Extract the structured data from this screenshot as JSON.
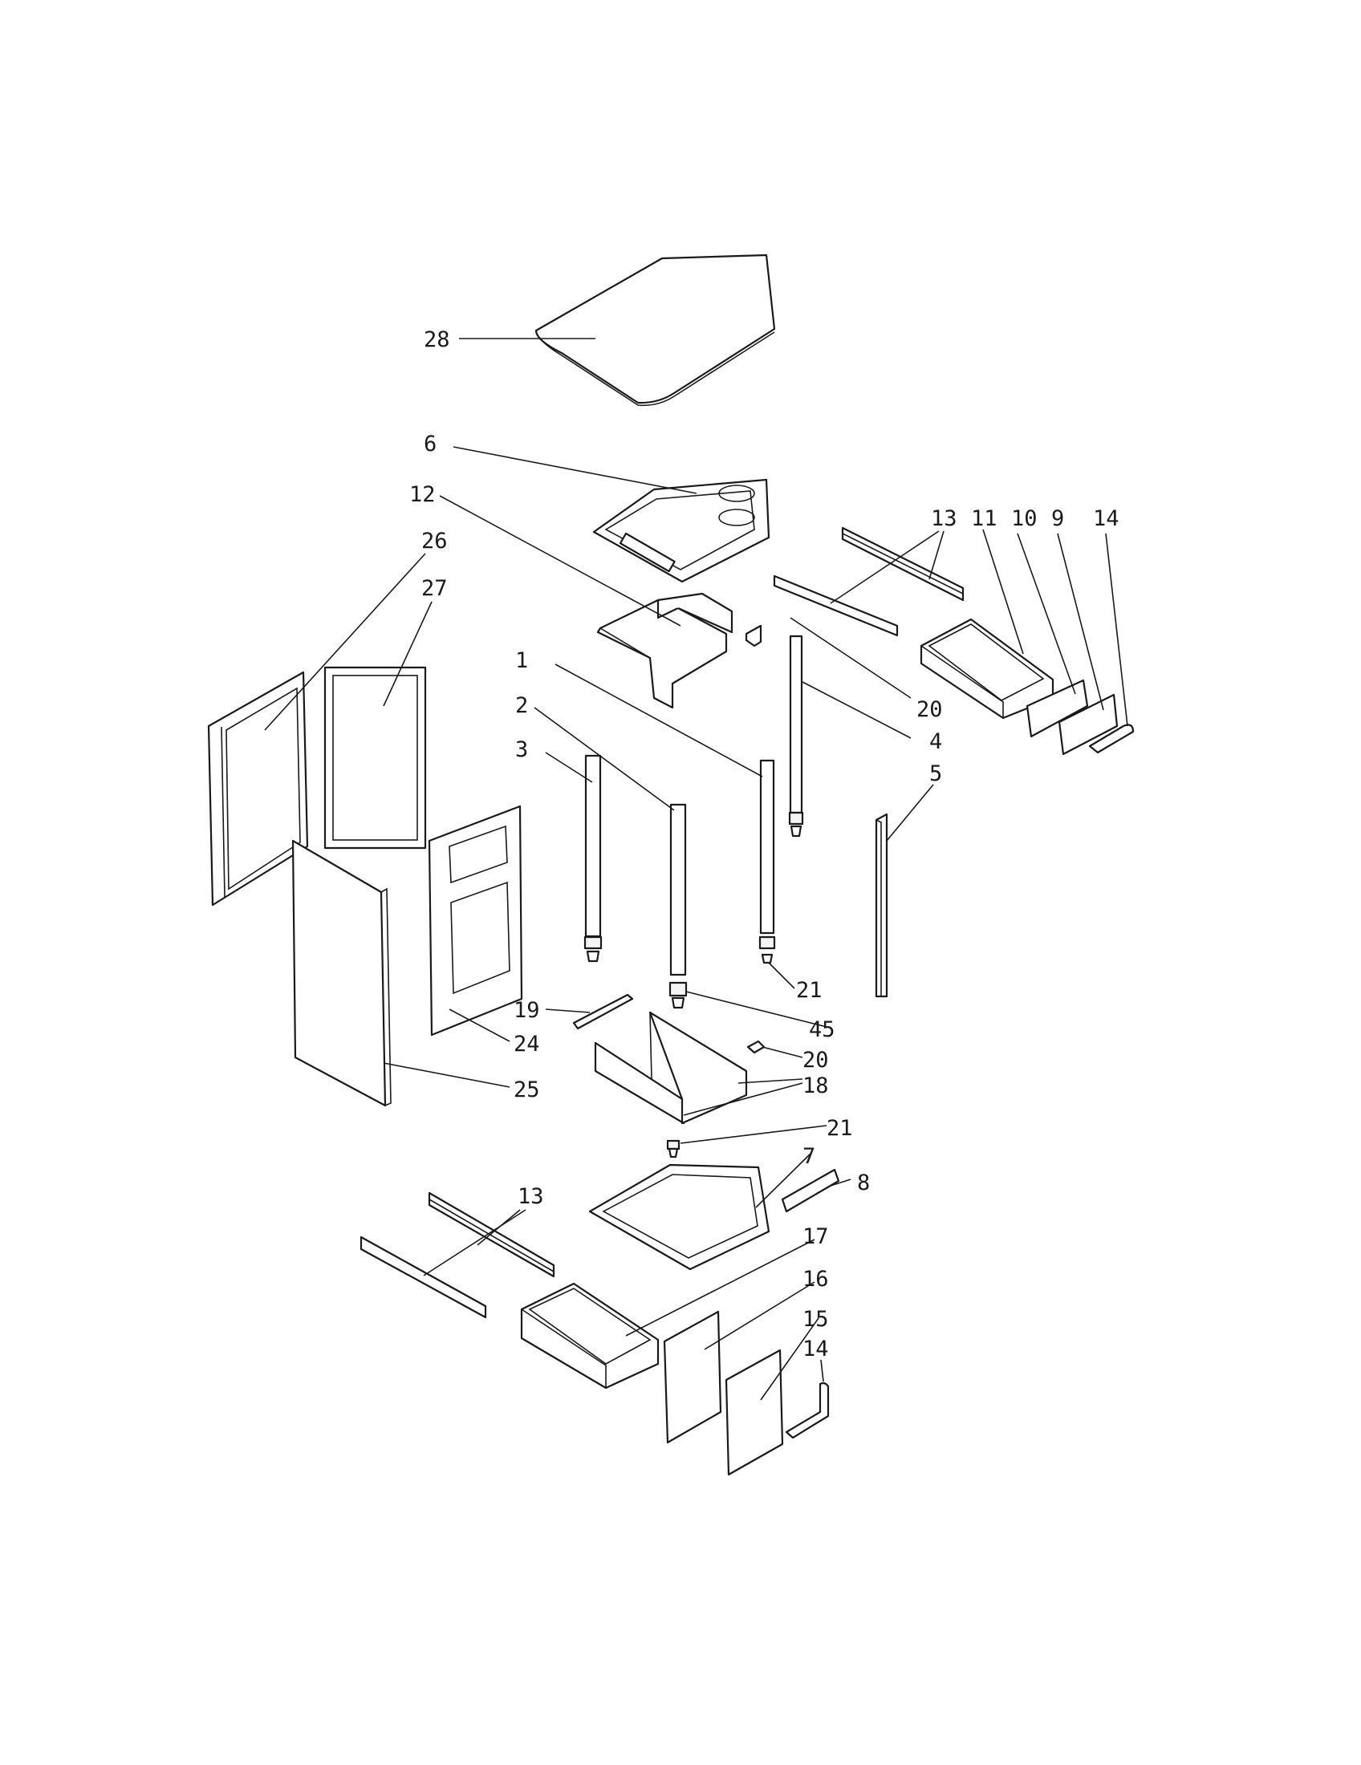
{
  "callouts": {
    "c1": "1",
    "c2": "2",
    "c3": "3",
    "c4": "4",
    "c5": "5",
    "c6": "6",
    "c7": "7",
    "c8": "8",
    "c9": "9",
    "c10": "10",
    "c11": "11",
    "c12": "12",
    "c13_top": "13",
    "c13_bottom": "13",
    "c14_top": "14",
    "c14_bottom": "14",
    "c15": "15",
    "c16": "16",
    "c17": "17",
    "c18": "18",
    "c19": "19",
    "c20_top": "20",
    "c20_mid": "20",
    "c21_top": "21",
    "c21_bottom": "21",
    "c24": "24",
    "c25": "25",
    "c26": "26",
    "c27": "27",
    "c28": "28",
    "c45": "45"
  }
}
